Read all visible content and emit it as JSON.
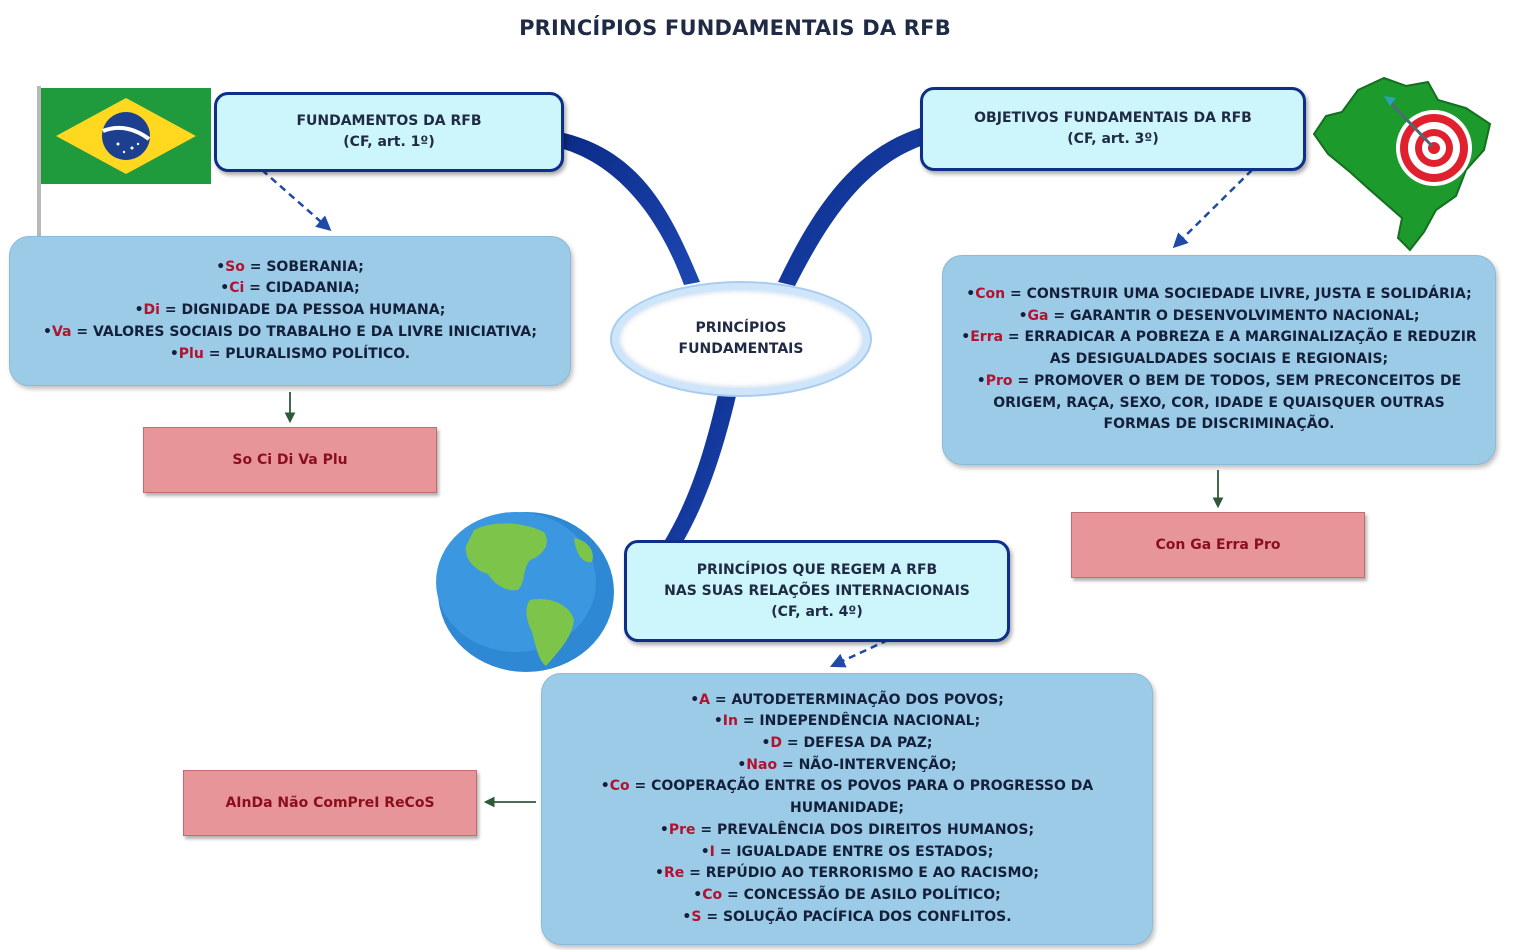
{
  "title": "PRINCÍPIOS FUNDAMENTAIS DA RFB",
  "center": {
    "line1": "PRINCÍPIOS",
    "line2": "FUNDAMENTAIS"
  },
  "fundamentos": {
    "header_line1": "FUNDAMENTOS DA RFB",
    "header_line2": "(CF, art. 1º)",
    "items": [
      {
        "abbr": "So",
        "text": " = SOBERANIA;"
      },
      {
        "abbr": "Ci",
        "text": " = CIDADANIA;"
      },
      {
        "abbr": "Di",
        "text": " = DIGNIDADE DA PESSOA HUMANA;"
      },
      {
        "abbr": "Va",
        "text": " = VALORES SOCIAIS DO TRABALHO E DA LIVRE INICIATIVA;"
      },
      {
        "abbr": "Plu",
        "text": " = PLURALISMO POLÍTICO."
      }
    ],
    "mnemonic": "So Ci Di Va Plu"
  },
  "objetivos": {
    "header_line1": "OBJETIVOS FUNDAMENTAIS DA RFB",
    "header_line2": "(CF, art. 3º)",
    "items": [
      {
        "abbr": "Con",
        "text": " = CONSTRUIR UMA SOCIEDADE LIVRE, JUSTA E SOLIDÁRIA;"
      },
      {
        "abbr": "Ga",
        "text": " = GARANTIR O DESENVOLVIMENTO NACIONAL;"
      },
      {
        "abbr": "Erra",
        "text": " = ERRADICAR A POBREZA E A MARGINALIZAÇÃO E REDUZIR AS DESIGUALDADES SOCIAIS E REGIONAIS;"
      },
      {
        "abbr": "Pro",
        "text": " = PROMOVER O BEM DE TODOS, SEM PRECONCEITOS DE ORIGEM, RAÇA, SEXO, COR, IDADE E QUAISQUER OUTRAS FORMAS DE DISCRIMINAÇÃO."
      }
    ],
    "mnemonic": "Con Ga Erra Pro"
  },
  "relacoes": {
    "header_line1": "PRINCÍPIOS QUE REGEM A RFB",
    "header_line2": "NAS SUAS RELAÇÕES INTERNACIONAIS",
    "header_line3": "(CF, art. 4º)",
    "items": [
      {
        "abbr": "A",
        "text": " = AUTODETERMINAÇÃO DOS POVOS;"
      },
      {
        "abbr": "In",
        "text": " = INDEPENDÊNCIA NACIONAL;"
      },
      {
        "abbr": "D",
        "text": " = DEFESA DA PAZ;"
      },
      {
        "abbr": "Nao",
        "text": " = NÃO-INTERVENÇÃO;"
      },
      {
        "abbr": "Co",
        "text": " = COOPERAÇÃO ENTRE OS POVOS PARA O PROGRESSO DA HUMANIDADE;"
      },
      {
        "abbr": "Pre",
        "text": " = PREVALÊNCIA DOS DIREITOS HUMANOS;"
      },
      {
        "abbr": "I",
        "text": " = IGUALDADE ENTRE OS ESTADOS;"
      },
      {
        "abbr": "Re",
        "text": " = REPÚDIO AO TERRORISMO E AO RACISMO;"
      },
      {
        "abbr": "Co",
        "text": " = CONCESSÃO DE ASILO POLÍTICO;"
      },
      {
        "abbr": "S",
        "text": " = SOLUÇÃO PACÍFICA DOS CONFLITOS."
      }
    ],
    "mnemonic": "AInDa Não ComPreI ReCoS"
  },
  "images": {
    "flag": "brazil-flag-icon",
    "map": "brazil-map-target-icon",
    "globe": "globe-americas-icon"
  },
  "colors": {
    "header_border": "#0d2f8a",
    "header_fill": "#ccf6fb",
    "content_fill": "#9ccbe8",
    "mnemonic_fill": "#e8959a",
    "abbr_red": "#b3122e",
    "mnemonic_text": "#8a0f1c",
    "branch": "#0d2f8a"
  }
}
